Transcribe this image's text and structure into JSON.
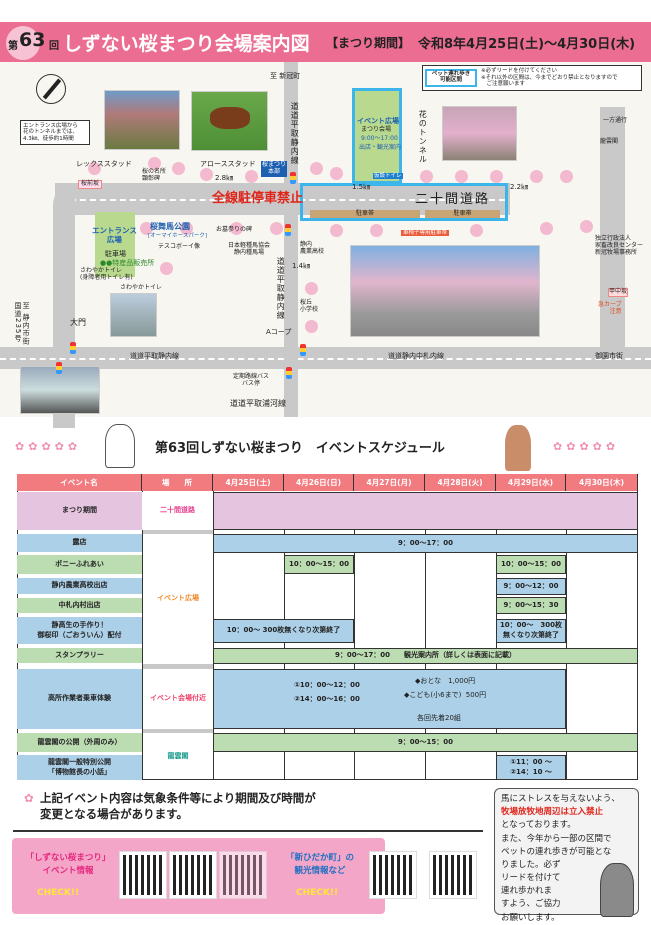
{
  "header": {
    "edition_prefix": "第",
    "edition_num": "63",
    "edition_suffix": "回",
    "title": "しずない桜まつり会場案内図",
    "period_label": "【まつり期間】",
    "period": "令和8年4月25日(土)～4月30日(木)"
  },
  "map": {
    "to_niikappu": "至 新冠町",
    "callout": "エントランス広場から\n花のトンネルまでは、\n4.3㎞、徒歩約1時間",
    "pet": {
      "label": "ペット連れ歩き\n可能区間",
      "note1": "※必ずリードを付けてください",
      "note2": "※それ以外の区間は、今までどおり禁止となりますので\n　ご注意願います"
    },
    "rex_stud": "レックススタッド",
    "arrow_stud": "アローススタッド",
    "hq": "桜まつり\n本部",
    "famous_cherry": "桜の名所\n顕彰碑",
    "sakuramaezaka": "桜前坂",
    "dist_28": "2.8㎞",
    "dist_15": "1.5㎞",
    "dist_22": "2.2㎞",
    "dist_14": "1.4㎞",
    "no_parking": "全線駐停車禁止",
    "road_nijukken": "二十間道路",
    "parking_strip": "駐車帯",
    "wheelchair_parking": "車椅子専用駐車帯",
    "event_plaza": {
      "title": "イベント広場",
      "sub": "まつり会場",
      "hours": "9:00～17:00",
      "desc": "出店・観光案内",
      "toilet": "仮設トイレ"
    },
    "tunnel": "花のトンネル",
    "oneway": "一方通行",
    "ryuunkaku": "龍雲閣",
    "agency": "独立行政法人\n家畜改良センター\n新冠牧場事務所",
    "entrance": "エントランス\n広場",
    "parking": "駐車場",
    "products": "●●特産品販売所",
    "toilet1": "さわやかトイレ\n(身障者用トイレ有)",
    "park": "桜舞馬公園",
    "park_sub": "[オーマイホースパーク]",
    "statue": "テスコボーイ像",
    "grave": "お墓参りの碑",
    "jbba": "日本軽種馬協会\n静内種馬場",
    "school_agri": "静内\n農業高校",
    "school_sakuragaoka": "桜丘\n小学校",
    "road_hiratori": "道道平取静内線",
    "road_hiratori2": "道道平取静内線",
    "road_urakawa": "道道平取浦河線",
    "road_nakasatsunai": "道道静内中札内線",
    "route235": "至 静内市街\n国道235号",
    "toilet2": "さわやかトイレ",
    "gate": "大門",
    "acoop": "Aコープ",
    "bus": "定期路線バス\nバス停",
    "misono": "御園市街",
    "kochuzaka": "甲中坂",
    "curve": "急カーブ\n注意"
  },
  "schedule": {
    "title": "第63回しずない桜まつり　イベントスケジュール",
    "headers": [
      "イベント名",
      "場　　所",
      "4月25日(土)",
      "4月26日(日)",
      "4月27日(月)",
      "4月28日(火)",
      "4月29日(水)",
      "4月30日(木)"
    ],
    "events": [
      "まつり期間",
      "露店",
      "ポニーふれあい",
      "静内農業高校出店",
      "中札内村出店",
      "静高生の手作り！\n御桜印（ごおういん）配付",
      "スタンプラリー",
      "高所作業者乗車体験",
      "龍雲閣の公開（外周のみ）",
      "龍雲閣一般特別公開\n「博物館長の小話」"
    ],
    "places": {
      "nijukken": "二十間道路",
      "plaza": "イベント広場",
      "near": "イベント会場付近",
      "ryuunkaku": "龍雲閣"
    },
    "cells": {
      "roten": "9：00～17：00",
      "pony26": "10：00～15：00",
      "pony29": "10：00～15：00",
      "agri29": "9：00～12：00",
      "nakasatsu29": "9：00～15：30",
      "goin2526": "10：00～ 300枚無くなり次第終了",
      "goin29": "10：00～　300枚\n無くなり次第終了",
      "stamp": "9：00～17：00　　観光案内所（詳しくは表面に記載）",
      "lift_times": "①10：00～12：00\n②14：00～16：00",
      "lift_price": "◆おとな　1,000円\n◆こども(小6まで)  500円",
      "lift_limit": "各回先着20組",
      "ryu_outer": "9：00～15：00",
      "ryu_talk": "①11：00 ～\n②14：10 ～"
    }
  },
  "footer": {
    "notice": "上記イベント内容は気象条件等により期間及び時間が\n変更となる場合があります。",
    "sns_label": "「しずない桜まつり」\nイベント情報",
    "check": "CHECK!!",
    "town_label": "「新ひだか町」の\n観光情報など",
    "check2": "CHECK!!",
    "bubble_1": "馬にストレスを与えないよう、",
    "bubble_warn": "牧場放牧地周辺は立入禁止",
    "bubble_2": "となっております。\nまた、今年から一部の区間で\nペットの連れ歩きが可能とな\nりました。必ず\nリードを付けて\n連れ歩かれま\nすよう、ご協力\nお願いします。"
  },
  "colors": {
    "pink": "#ec6d92",
    "header_red": "#f27b80",
    "blue_cell": "#acd0e8",
    "green_cell": "#bcdcb2",
    "purple_cell": "#e4c4de"
  }
}
